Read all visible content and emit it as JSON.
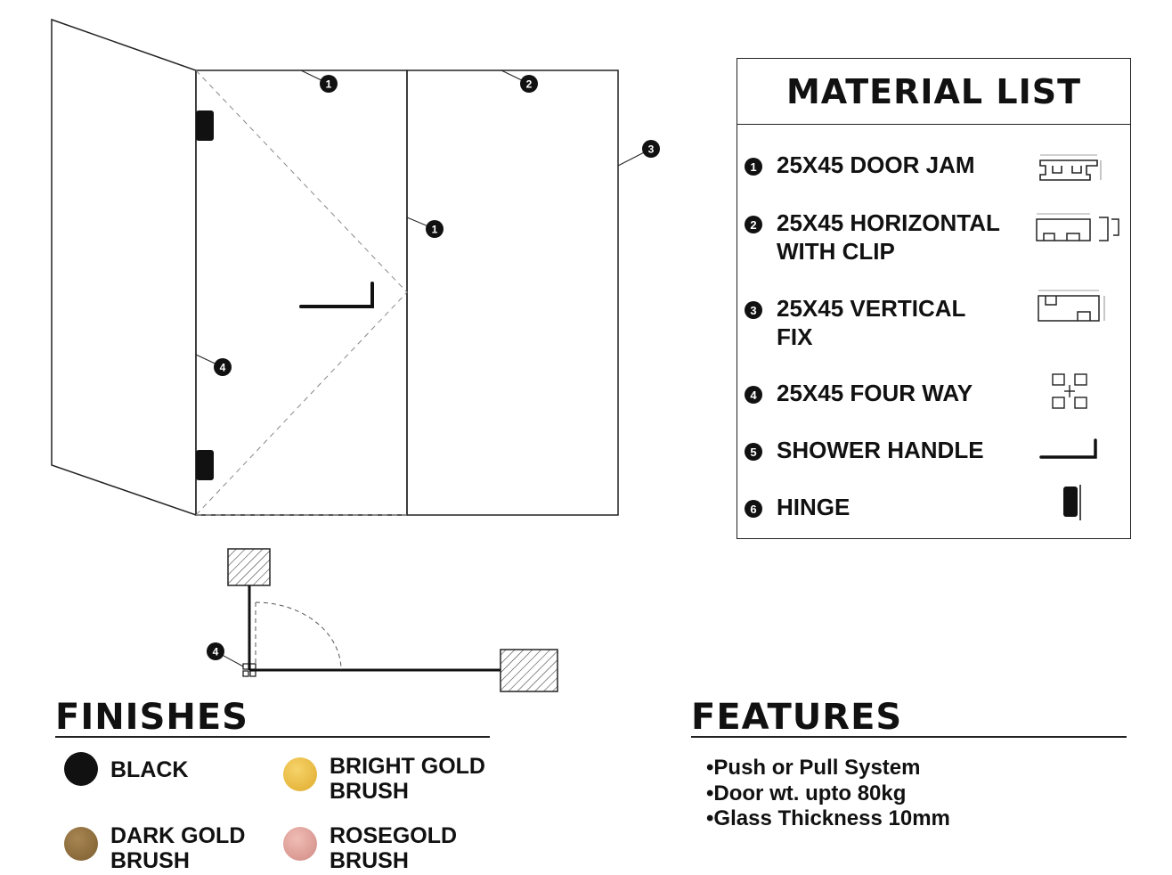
{
  "material_list": {
    "title": "MATERIAL LIST",
    "items": [
      {
        "num": "1",
        "label": "25X45 DOOR JAM",
        "icon": "door-jam-profile-icon"
      },
      {
        "num": "2",
        "label": "25X45 HORIZONTAL\nWITH CLIP",
        "icon": "horizontal-profile-icon"
      },
      {
        "num": "3",
        "label": "25X45 VERTICAL\nFIX",
        "icon": "vertical-fix-profile-icon"
      },
      {
        "num": "4",
        "label": "25X45 FOUR WAY",
        "icon": "four-way-connector-icon"
      },
      {
        "num": "5",
        "label": "SHOWER HANDLE",
        "icon": "shower-handle-icon"
      },
      {
        "num": "6",
        "label": "HINGE",
        "icon": "hinge-icon"
      }
    ]
  },
  "diagram": {
    "callouts": [
      "1",
      "2",
      "3",
      "1",
      "4",
      "4"
    ]
  },
  "finishes": {
    "title": "FINISHES",
    "items": [
      {
        "label": "BLACK",
        "color": "#111111"
      },
      {
        "label": "BRIGHT GOLD\nBRUSH",
        "color": "#e8b73a"
      },
      {
        "label": "DARK GOLD\nBRUSH",
        "color": "#8a6a35"
      },
      {
        "label": "ROSEGOLD\nBRUSH",
        "color": "#d99a93"
      }
    ]
  },
  "features": {
    "title": "FEATURES",
    "items": [
      "Push or Pull System",
      "Door wt. upto 80kg",
      "Glass Thickness 10mm"
    ]
  }
}
